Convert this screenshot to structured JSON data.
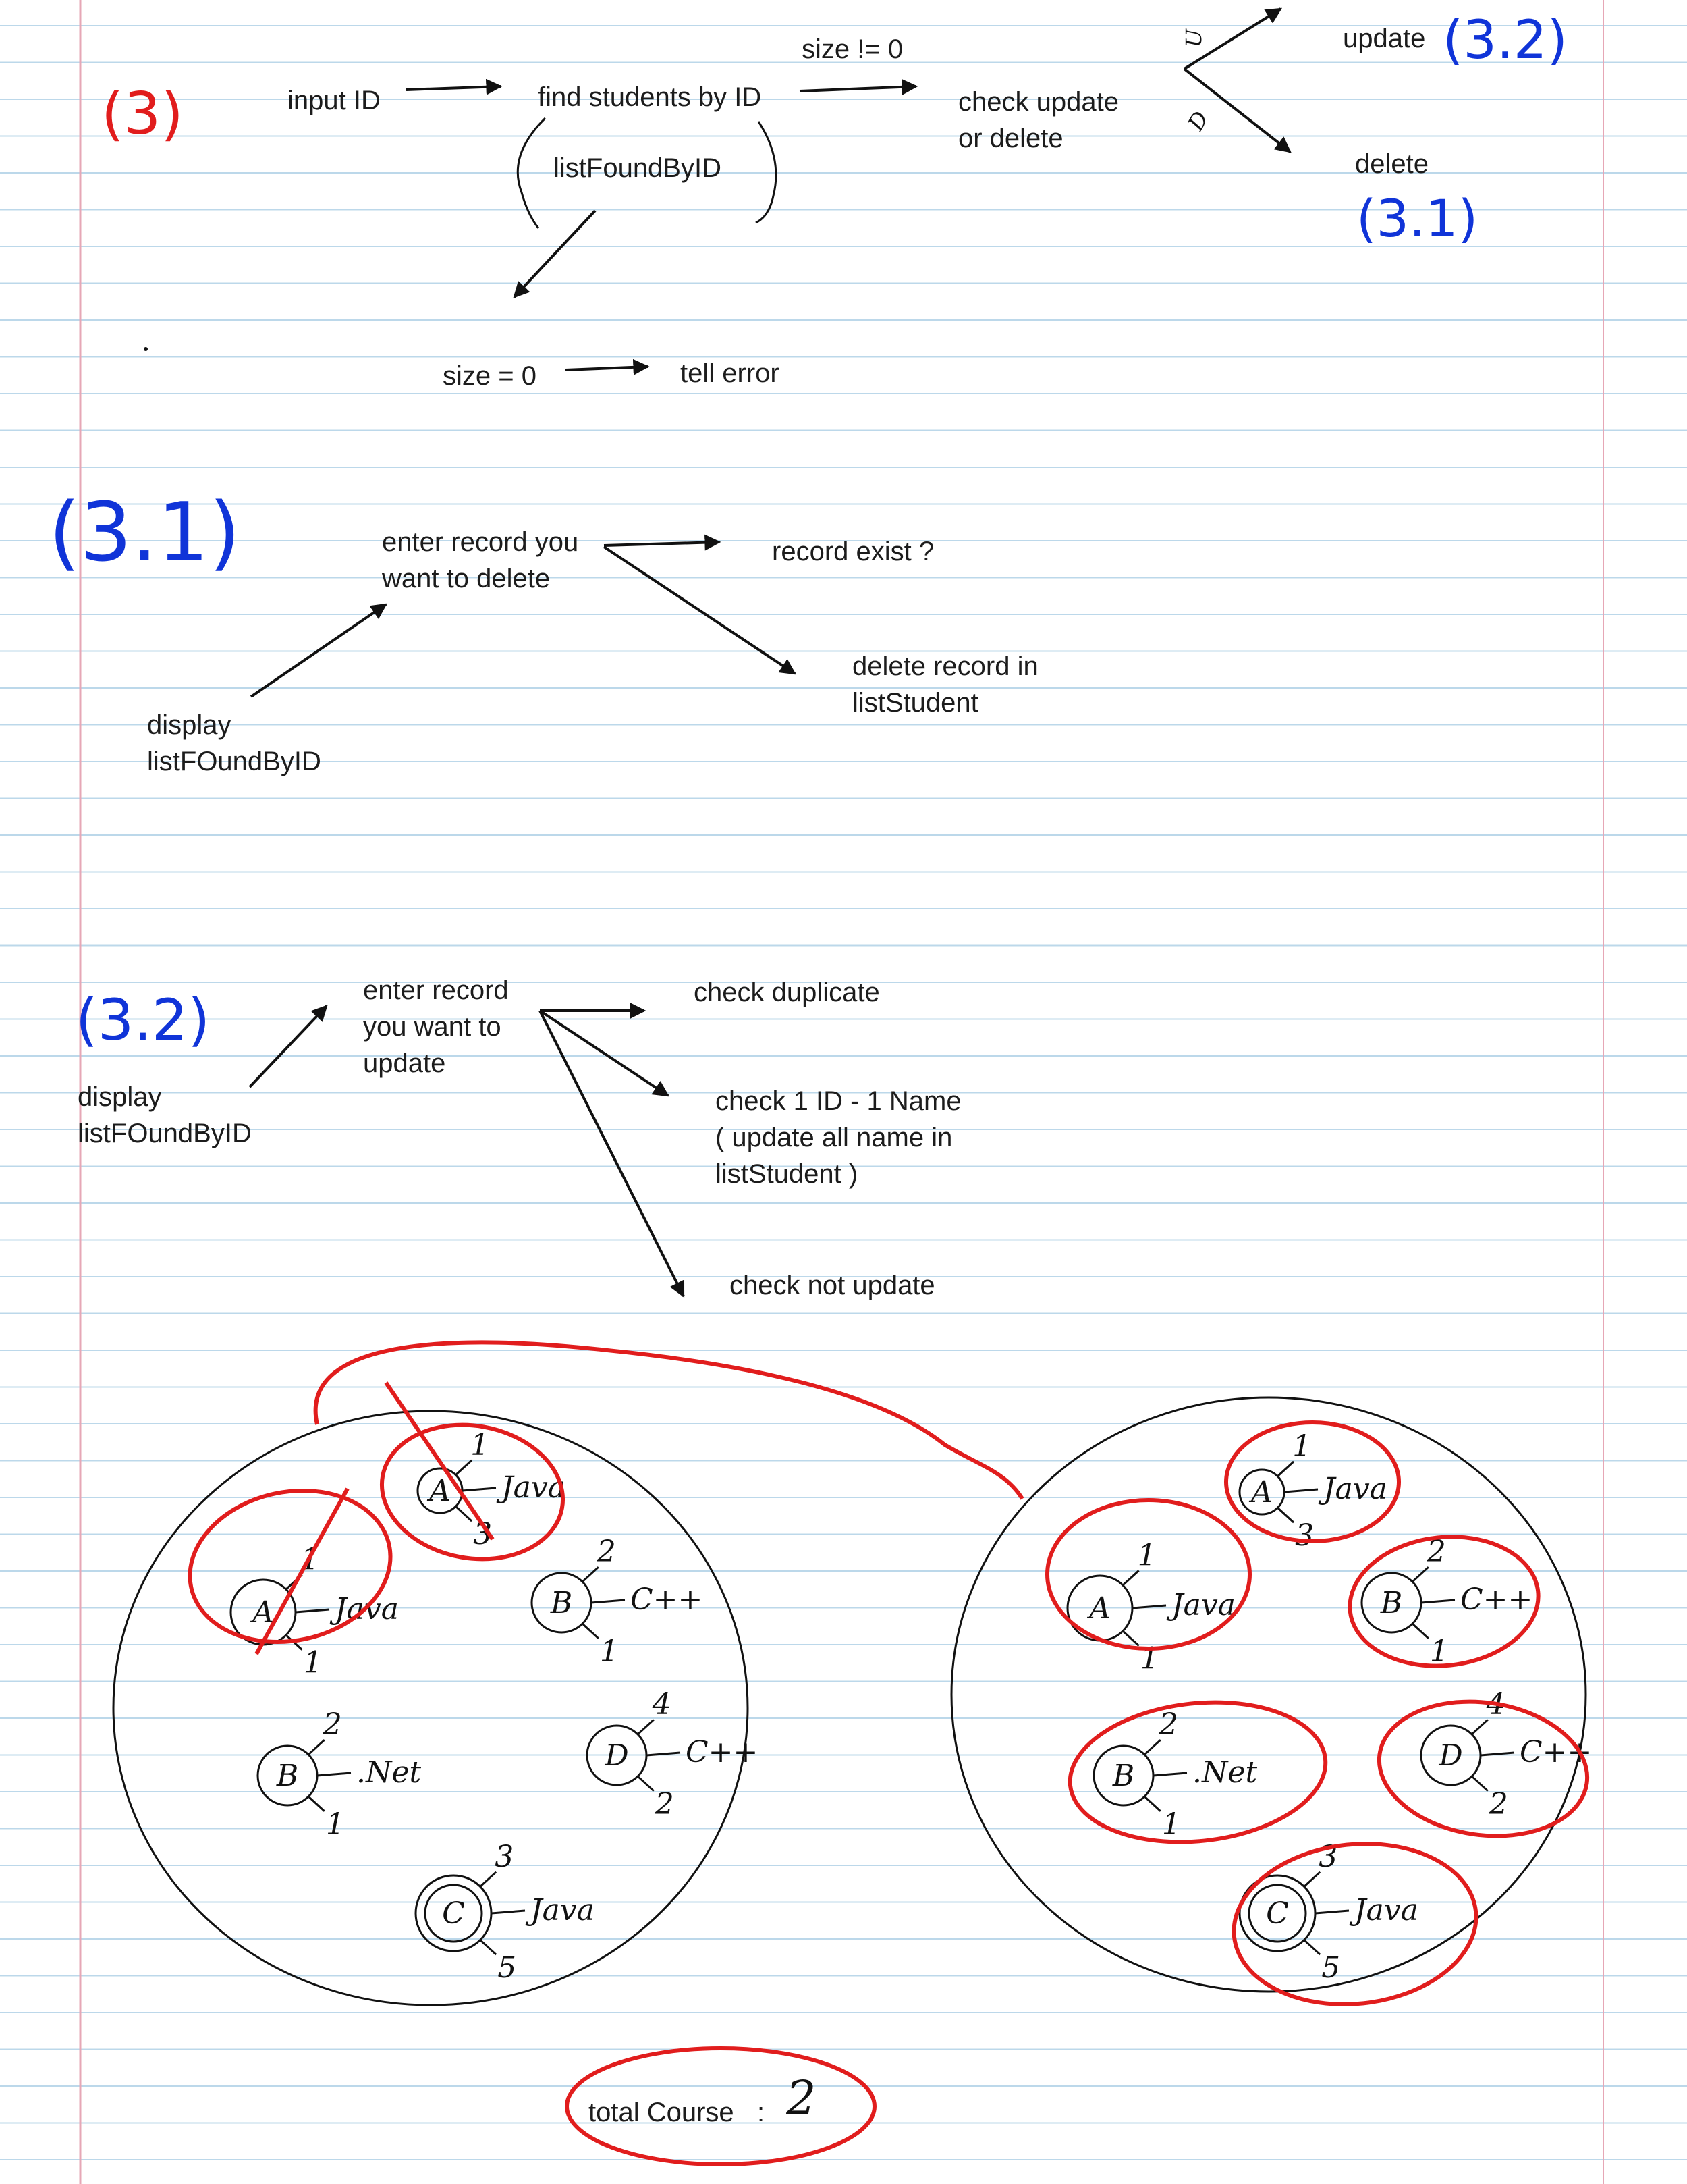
{
  "colors": {
    "paper": "#ffffff",
    "rule": "#bcd8ea",
    "margin": "#e6a7b6",
    "ink": "#111111",
    "red": "#e11d1d",
    "blue": "#1034d8"
  },
  "s3": {
    "tag": "(3)",
    "input": "input ID",
    "find": "find students by ID",
    "list": "listFoundByID",
    "size_ne": "size != 0",
    "check1": "check update",
    "check2": "or delete",
    "u": "U",
    "d": "D",
    "update": "update",
    "update_ref": "(3.2)",
    "delete": "delete",
    "delete_ref": "(3.1)",
    "size_eq": "size = 0",
    "error": "tell error"
  },
  "s31": {
    "tag": "(3.1)",
    "enter1": "enter record you",
    "enter2": "want to delete",
    "exist": "record exist ?",
    "del1": "delete record in",
    "del2": "listStudent",
    "disp1": "display",
    "disp2": "listFOundByID"
  },
  "s32": {
    "tag": "(3.2)",
    "disp1": "display",
    "disp2": "listFOundByID",
    "enter1": "enter record",
    "enter2": "you want to",
    "enter3": "update",
    "dup": "check duplicate",
    "c1": "check 1 ID - 1 Name",
    "c2": "( update all name in",
    "c3": "listStudent )",
    "nu": "check not update"
  },
  "sketch": {
    "left": {
      "a1": {
        "node": "A",
        "id": "1",
        "course": "Java",
        "sem": "3"
      },
      "a2": {
        "node": "A",
        "id": "1",
        "course": "Java",
        "sem": "1"
      },
      "b1": {
        "node": "B",
        "id": "2",
        "course": "C++",
        "sem": "1"
      },
      "b2": {
        "node": "B",
        "id": "2",
        "course": ".Net",
        "sem": "1"
      },
      "d": {
        "node": "D",
        "id": "4",
        "course": "C++",
        "sem": "2"
      },
      "c": {
        "node": "C",
        "id": "3",
        "course": "Java",
        "sem": "5"
      }
    },
    "right": {
      "a1": {
        "node": "A",
        "id": "1",
        "course": "Java",
        "sem": "3"
      },
      "a2": {
        "node": "A",
        "id": "1",
        "course": "Java",
        "sem": "1"
      },
      "b1": {
        "node": "B",
        "id": "2",
        "course": "C++",
        "sem": "1"
      },
      "b2": {
        "node": "B",
        "id": "2",
        "course": ".Net",
        "sem": "1"
      },
      "d": {
        "node": "D",
        "id": "4",
        "course": "C++",
        "sem": "2"
      },
      "c": {
        "node": "C",
        "id": "3",
        "course": "Java",
        "sem": "5"
      }
    },
    "total_label": "total Course",
    "total_sep": ":",
    "total_value": "2"
  }
}
